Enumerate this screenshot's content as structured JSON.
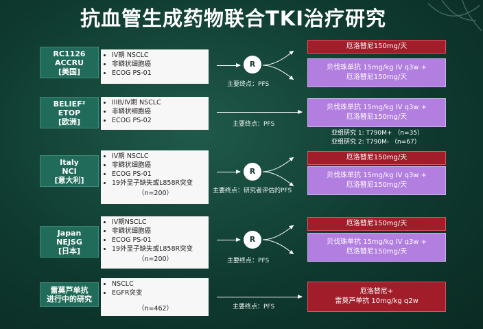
{
  "title": "抗血管生成药物联合TKI治疗研究",
  "trials": [
    {
      "name_lines": [
        "RC1126",
        "ACCRU",
        "[美国]"
      ],
      "criteria": [
        "IV期 NSCLC",
        "非鳞状细胞癌",
        "ECOG PS-01"
      ],
      "n": "",
      "randomized": true,
      "endpoint": "主要终点：PFS",
      "arms": [
        {
          "lines": [
            "厄洛替尼150mg/天"
          ],
          "color": "red"
        },
        {
          "lines": [
            "贝伐珠单抗 15mg/kg IV q3w +",
            "厄洛替尼150mg/天"
          ],
          "color": "purple"
        }
      ]
    },
    {
      "name_lines": [
        "BELIEF²",
        "ETOP",
        "[欧洲]"
      ],
      "criteria": [
        "IIIB/IV期 NSCLC",
        "非鳞状细胞癌",
        "ECOG PS-02"
      ],
      "n": "",
      "randomized": false,
      "endpoint": "主要终点：PFS",
      "arms": [
        {
          "lines": [
            "贝伐珠单抗 15mg/kg IV q3w +",
            "厄洛替尼150mg/天"
          ],
          "color": "purple"
        }
      ],
      "subgroups": [
        "亚组研究 1: T790M+ （n=35）",
        "亚组研究 2: T790M- （n=67）"
      ]
    },
    {
      "name_lines": [
        "Italy",
        "NCI",
        "[意大利]"
      ],
      "criteria": [
        "IV期 NSCLC",
        "非鳞状细胞癌",
        "ECOG PS-01",
        "19外显子缺失或L858R突变"
      ],
      "n": "（n=200）",
      "randomized": true,
      "endpoint": "主要终点：研究者评估的PFS",
      "arms": [
        {
          "lines": [
            "厄洛替尼150mg/天"
          ],
          "color": "red"
        },
        {
          "lines": [
            "贝伐珠单抗 15mg/kg IV q3w +",
            "厄洛替尼150mg/天"
          ],
          "color": "purple"
        }
      ]
    },
    {
      "name_lines": [
        "Japan",
        "NEJSG",
        "[日本]"
      ],
      "criteria": [
        "IV期NSCLC",
        "非鳞状细胞癌",
        "ECOG PS-01",
        "19外显子缺失或L858R突变"
      ],
      "n": "（n=200）",
      "randomized": true,
      "endpoint": "主要终点：PFS",
      "arms": [
        {
          "lines": [
            "厄洛替尼150mg/天"
          ],
          "color": "red"
        },
        {
          "lines": [
            "贝伐珠单抗 15mg/kg IV q3w +",
            "厄洛替尼150mg/天"
          ],
          "color": "purple"
        }
      ]
    },
    {
      "name_lines": [
        "雷莫芦单抗",
        "进行中的研究"
      ],
      "criteria": [
        "NSCLC",
        "EGFR突变"
      ],
      "n": "（n=462）",
      "randomized": false,
      "endpoint": "主要终点：PFS",
      "arms": [
        {
          "lines": [
            "厄洛替尼+",
            "雷莫芦单抗 10mg/kg q2w"
          ],
          "color": "red"
        }
      ]
    }
  ],
  "randomize_label": "R"
}
